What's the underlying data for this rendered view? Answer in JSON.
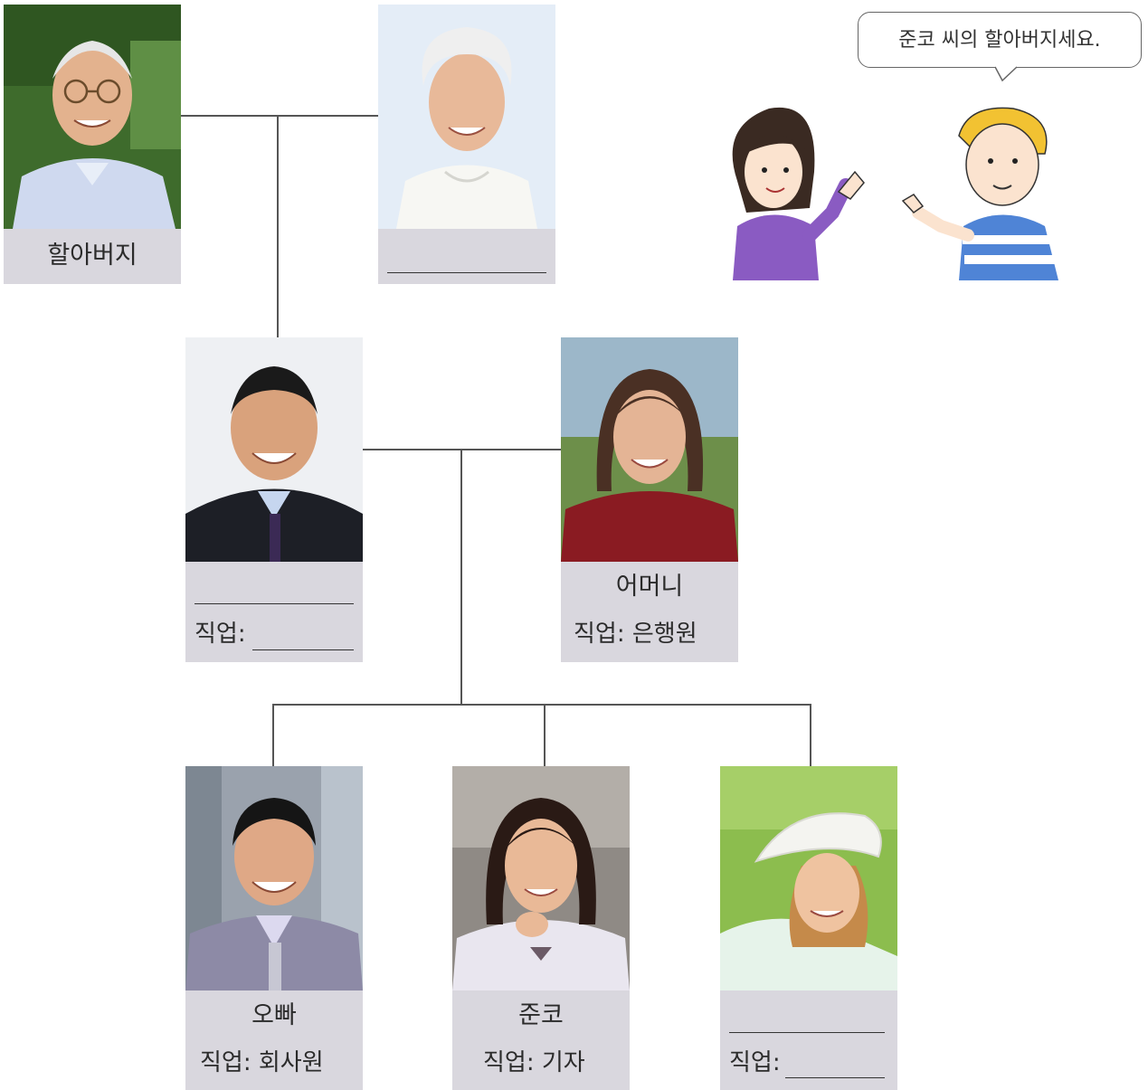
{
  "speech_bubble": {
    "text": "준코 씨의 할아버지세요."
  },
  "family": {
    "grandfather": {
      "name": "할아버지"
    },
    "grandmother": {
      "name": ""
    },
    "father": {
      "name": "",
      "job_label": "직업:",
      "job": ""
    },
    "mother": {
      "name": "어머니",
      "job_label": "직업:",
      "job": "은행원"
    },
    "brother": {
      "name": "오빠",
      "job_label": "직업:",
      "job": "회사원"
    },
    "junko": {
      "name": "준코",
      "job_label": "직업:",
      "job": "기자"
    },
    "sister": {
      "name": "",
      "job_label": "직업:",
      "job": ""
    }
  },
  "icons": [
    "grandfather-photo",
    "grandmother-photo",
    "father-photo",
    "mother-photo",
    "brother-photo",
    "junko-photo",
    "sister-photo",
    "girl-illustration",
    "boy-illustration"
  ]
}
